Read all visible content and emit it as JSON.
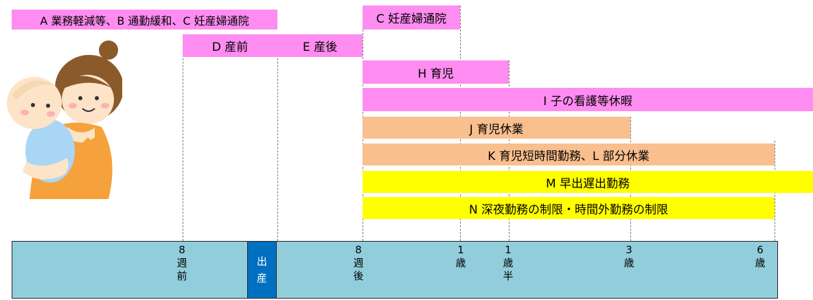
{
  "bars": {
    "a": "A 業務軽減等、B 通勤緩和、C 妊産婦通院",
    "c": "C 妊産婦通院",
    "d": "D 産前",
    "e": "E 産後",
    "h": "H 育児",
    "i": "I 子の看護等休暇",
    "j": "J 育児休業",
    "k": "K 育児短時間勤務、L 部分休業",
    "m": "M 早出遅出勤務",
    "n": "N 深夜勤務の制限・時間外勤務の制限"
  },
  "timeline": {
    "w8_before": "8\n週\n前",
    "birth": "出\n産",
    "w8_after": "8\n週\n後",
    "y1": "1\n歳",
    "y1_5": "1\n歳\n半",
    "y3": "3\n歳",
    "y6": "6\n歳"
  },
  "colors": {
    "pink": "#ff8cf0",
    "peach": "#f9bf8f",
    "yellow": "#ffff00",
    "timeline": "#92cddc",
    "birth": "#0070c0"
  },
  "illustration": "mother-holding-baby"
}
